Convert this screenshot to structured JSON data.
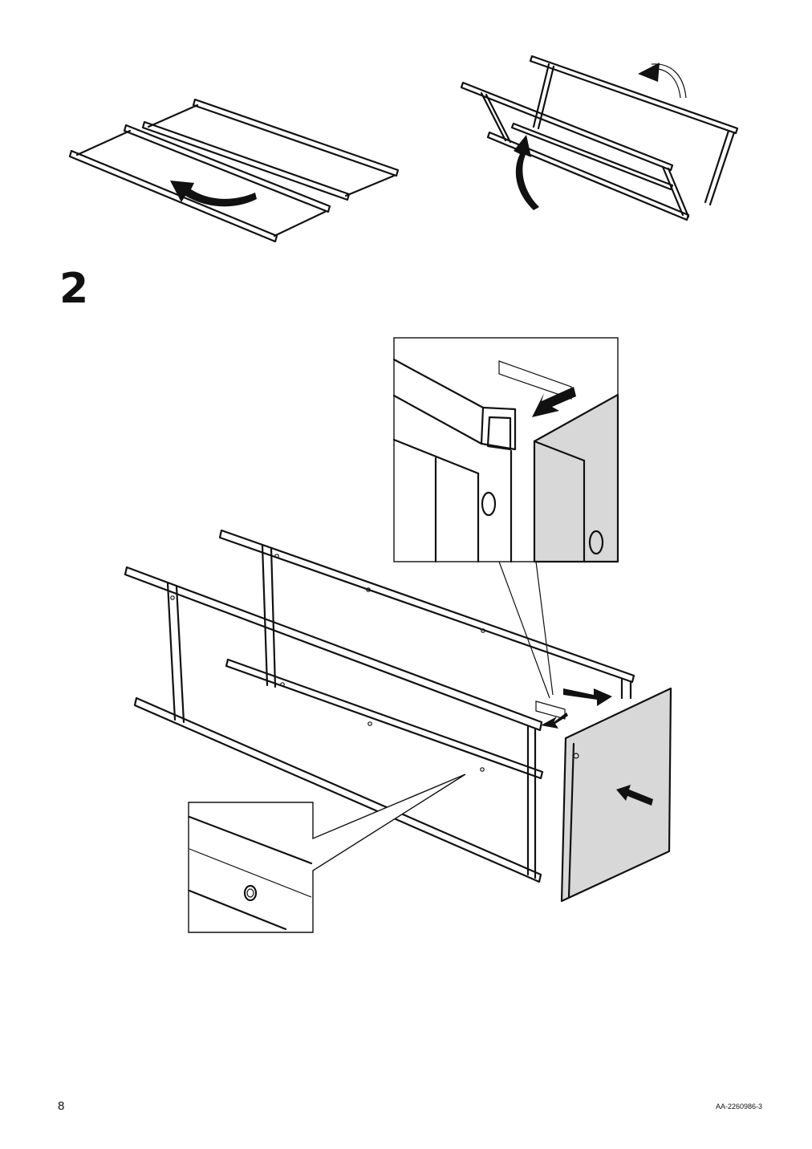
{
  "step": {
    "number": "2"
  },
  "footer": {
    "page_number": "8",
    "document_code": "AA-2260986-3"
  },
  "colors": {
    "line": "#111111",
    "panel_fill": "#d8d8d8",
    "background": "#ffffff"
  },
  "icons": [
    "curved-arrow-icon",
    "straight-arrow-icon",
    "hole-detail-icon"
  ]
}
